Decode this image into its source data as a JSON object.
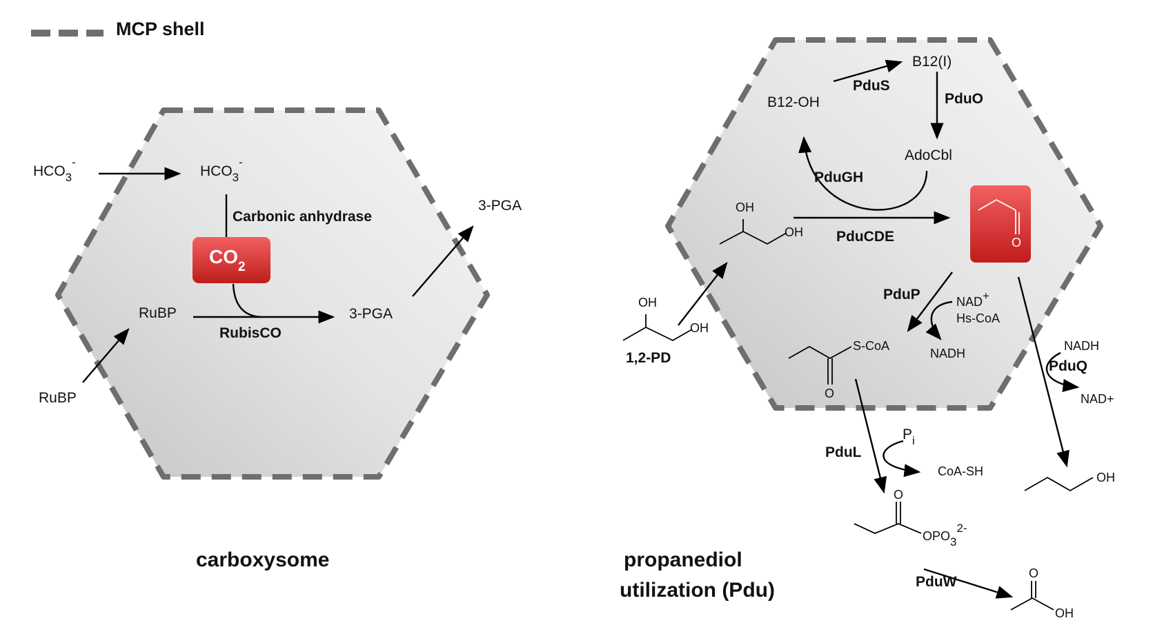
{
  "legend": {
    "label": "MCP shell"
  },
  "colors": {
    "shell_stroke": "#6e6e6e",
    "shell_fill": "#e6e6e6",
    "accent_red": "#d42a2a",
    "text": "#111111"
  },
  "carboxysome": {
    "title": "carboxysome",
    "hco3_out": "HCO",
    "hco3_in": "HCO",
    "sub3": "3",
    "sup_minus": "-",
    "carbonic_anhydrase": "Carbonic anhydrase",
    "co2": "CO",
    "co2_sub": "2",
    "rubp_in": "RuBP",
    "rubp_out": "RuBP",
    "rubisco": "RubisCO",
    "pga_in": "3-PGA",
    "pga_out": "3-PGA"
  },
  "pdu": {
    "title_line1": "propanediol",
    "title_line2": "utilization (Pdu)",
    "b12oh": "B12-OH",
    "b12i": "B12(I)",
    "adocbl": "AdoCbl",
    "pdus": "PduS",
    "pduo": "PduO",
    "pdugh": "PduGH",
    "pducde": "PduCDE",
    "pdup": "PduP",
    "pduq": "PduQ",
    "pdul": "PduL",
    "pduw": "PduW",
    "pd_label": "1,2-PD",
    "oh": "OH",
    "o": "O",
    "nad_plus": "NAD",
    "plus_sup": "+",
    "hscoa": "Hs-CoA",
    "nadh": "NADH",
    "scoa": "S-CoA",
    "nadh_q": "NADH",
    "nad_q": "NAD+",
    "pi": "P",
    "pi_sub": "i",
    "coash": "CoA-SH",
    "opo3": "OPO",
    "opo3_sub": "3",
    "opo3_sup": "2-"
  }
}
